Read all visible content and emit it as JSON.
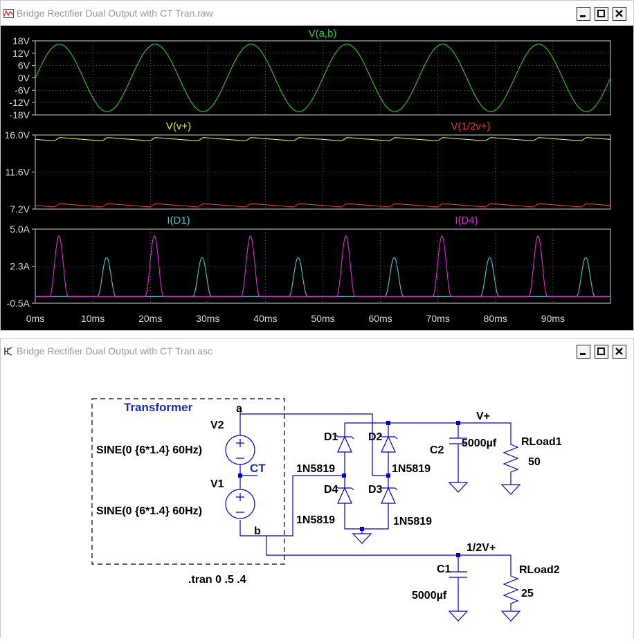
{
  "waveform_window": {
    "title": "Bridge Rectifier Dual Output with CT Tran.raw",
    "panes": [
      {
        "traces": [
          {
            "name": "V(a,b)",
            "color": "#21d321"
          }
        ],
        "yticks": [
          "18V",
          "12V",
          "6V",
          "0V",
          "-6V",
          "-12V",
          "-18V"
        ]
      },
      {
        "traces": [
          {
            "name": "V(v+)",
            "color": "#e6e633"
          },
          {
            "name": "V(1/2v+)",
            "color": "#e63a3a"
          }
        ],
        "yticks": [
          "16.0V",
          "11.6V",
          "7.2V"
        ]
      },
      {
        "traces": [
          {
            "name": "I(D1)",
            "color": "#4ec9c9"
          },
          {
            "name": "I(D4)",
            "color": "#e027e0"
          }
        ],
        "yticks": [
          "5.0A",
          "2.3A",
          "-0.5A"
        ]
      }
    ],
    "xticks": [
      "0ms",
      "10ms",
      "20ms",
      "30ms",
      "40ms",
      "50ms",
      "60ms",
      "70ms",
      "80ms",
      "90ms"
    ]
  },
  "schematic_window": {
    "title": "Bridge Rectifier Dual Output with CT Tran.asc",
    "labels": {
      "transformer": "Transformer",
      "net_a": "a",
      "net_b": "b",
      "net_ct": "CT",
      "v2": "V2",
      "v2_value": "SINE(0 {6*1.4} 60Hz)",
      "v1": "V1",
      "v1_value": "SINE(0 {6*1.4} 60Hz)",
      "d1": "D1",
      "d1_model": "1N5819",
      "d2": "D2",
      "d2_model": "1N5819",
      "d3": "D3",
      "d3_model": "1N5819",
      "d4": "D4",
      "d4_model": "1N5819",
      "c1": "C1",
      "c1_value": "5000µf",
      "c2": "C2",
      "c2_value": "5000µf",
      "rload1": "RLoad1",
      "rload1_value": "50",
      "rload2": "RLoad2",
      "rload2_value": "25",
      "net_vplus": "V+",
      "net_halfv": "1/2V+",
      "directive": ".tran 0 .5 .4"
    }
  },
  "chart_data": {
    "type": "line",
    "title": "",
    "x_unit": "ms",
    "xlim": [
      0,
      100
    ],
    "panes": [
      {
        "ylim": [
          -18,
          18
        ],
        "series": [
          {
            "name": "V(a,b)",
            "kind": "sine",
            "amplitude": 16.4,
            "freq_hz": 60
          }
        ]
      },
      {
        "ylim": [
          7.2,
          16.0
        ],
        "series": [
          {
            "name": "V(v+)",
            "kind": "ripple",
            "peak": 15.7,
            "trough": 15.3,
            "period_ms": 8.33,
            "first_peak_ms": 4.2
          },
          {
            "name": "V(1/2v+)",
            "kind": "ripple",
            "peak": 7.85,
            "trough": 7.45,
            "period_ms": 8.33,
            "first_peak_ms": 4.2
          }
        ]
      },
      {
        "ylim": [
          -0.5,
          5.0
        ],
        "series": [
          {
            "name": "I(D1)",
            "kind": "pulses",
            "peak": 2.9,
            "centers_ms": [
              12.4,
              29.0,
              45.7,
              62.4,
              79.0,
              95.7
            ]
          },
          {
            "name": "I(D4)",
            "kind": "pulses",
            "peak": 4.5,
            "centers_ms": [
              4.1,
              20.7,
              37.4,
              54.0,
              70.7,
              87.4
            ]
          }
        ]
      }
    ],
    "grid": true
  }
}
